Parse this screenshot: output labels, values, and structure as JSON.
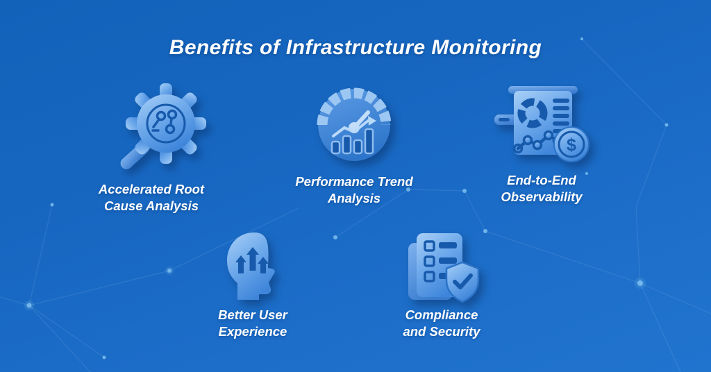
{
  "title": "Benefits of Infrastructure Monitoring",
  "items": [
    {
      "label": "Accelerated Root Cause Analysis",
      "icon": "gear-magnifier-icon"
    },
    {
      "label": "Performance Trend Analysis",
      "icon": "gauge-chart-icon"
    },
    {
      "label": "End-to-End Observability",
      "icon": "report-dollar-icon"
    },
    {
      "label": "Better User Experience",
      "icon": "head-arrows-icon"
    },
    {
      "label": "Compliance and Security",
      "icon": "checklist-shield-icon"
    }
  ],
  "glyphs": {
    "dollar": "$"
  },
  "colors": {
    "background_top": "#1262ba",
    "background_bottom": "#2174ce",
    "icon_gradient_light": "#a9d0f7",
    "icon_gradient_mid": "#6ea9eb",
    "icon_gradient_dark": "#3f86da",
    "icon_detail": "#175aab",
    "title_text": "#ffffff",
    "label_text": "#ffffff",
    "network_line": "#cfe6ff",
    "network_dot": "#7cc0f0"
  }
}
